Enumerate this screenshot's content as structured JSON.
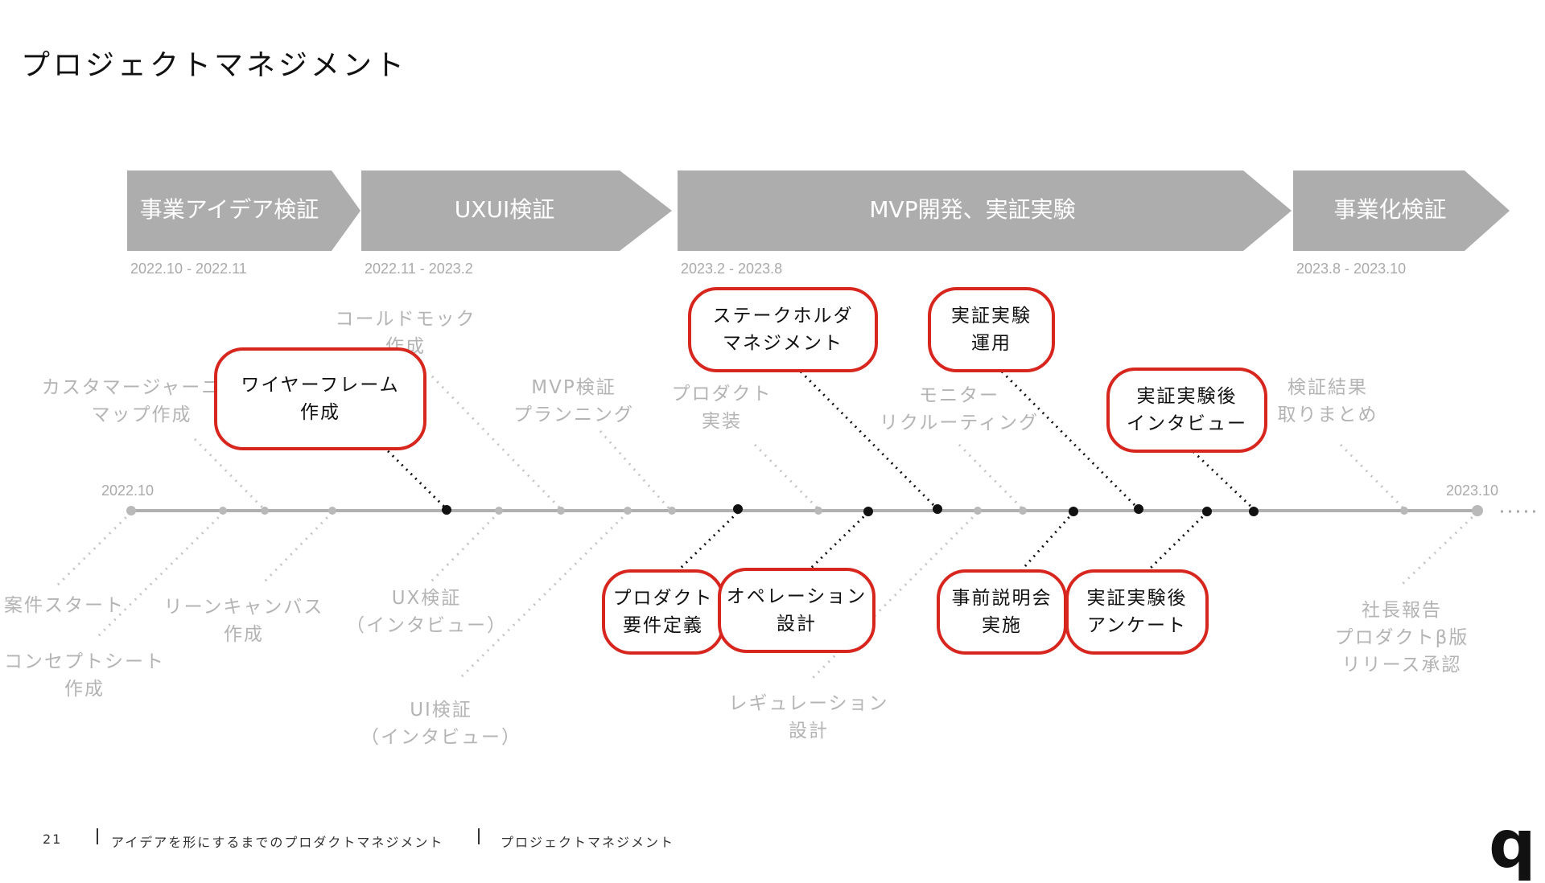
{
  "page_title": "プロジェクトマネジメント",
  "phases": [
    {
      "name": "事業アイデア検証",
      "dates": "2022.10 -  2022.11"
    },
    {
      "name": "UXUI検証",
      "dates": "2022.11 -  2023.2"
    },
    {
      "name": "MVP開発、実証実験",
      "dates": "2023.2 -  2023.8"
    },
    {
      "name": "事業化検証",
      "dates": "2023.8 -  2023.10"
    }
  ],
  "timeline": {
    "start_label": "2022.10",
    "end_label": "2023.10"
  },
  "tasks_gray": [
    {
      "l1": "コールドモック",
      "l2": "作成"
    },
    {
      "l1": "カスタマージャーニー",
      "l2": "マップ作成"
    },
    {
      "l1": "MVP検証",
      "l2": "プランニング"
    },
    {
      "l1": "プロダクト",
      "l2": "実装"
    },
    {
      "l1": "モニター",
      "l2": "リクルーティング"
    },
    {
      "l1": "検証結果",
      "l2": "取りまとめ"
    },
    {
      "l1": "案件スタート",
      "l2": ""
    },
    {
      "l1": "コンセプトシート",
      "l2": "作成"
    },
    {
      "l1": "リーンキャンバス",
      "l2": "作成"
    },
    {
      "l1": "UX検証",
      "l2": "（インタビュー）"
    },
    {
      "l1": "UI検証",
      "l2": "（インタビュー）"
    },
    {
      "l1": "レギュレーション",
      "l2": "設計"
    },
    {
      "l1": "社長報告",
      "l2": "プロダクトβ版",
      "l3": "リリース承認"
    }
  ],
  "tasks_highlight": [
    {
      "l1": "ワイヤーフレーム",
      "l2": "作成"
    },
    {
      "l1": "ステークホルダ",
      "l2": "マネジメント"
    },
    {
      "l1": "実証実験",
      "l2": "運用"
    },
    {
      "l1": "実証実験後",
      "l2": "インタビュー"
    },
    {
      "l1": "プロダクト",
      "l2": "要件定義"
    },
    {
      "l1": "オペレーション",
      "l2": "設計"
    },
    {
      "l1": "事前説明会",
      "l2": "実施"
    },
    {
      "l1": "実証実験後",
      "l2": "アンケート"
    }
  ],
  "footer": {
    "page_number": "21",
    "section": "アイデアを形にするまでのプロダクトマネジメント",
    "subsection": "プロジェクトマネジメント"
  },
  "logo_text": "q",
  "colors": {
    "phase_gray": "#adadad",
    "highlight_red": "#d7261e",
    "muted_text": "#b4b4b4",
    "axis": "#b0b0b0"
  }
}
